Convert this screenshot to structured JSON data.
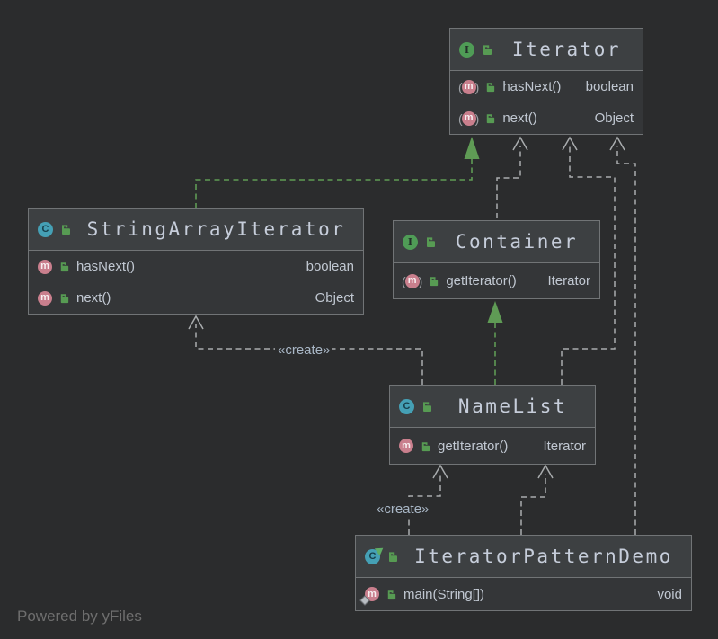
{
  "watermark": "Powered by yFiles",
  "icons": {
    "interface_letter": "I",
    "class_letter": "C",
    "method_letter": "m",
    "paren_open": "(",
    "paren_close": ")"
  },
  "colors": {
    "canvas": "#2b2c2d",
    "node_header": "#3d4042",
    "node_body": "#343638",
    "node_border": "#717476",
    "title_text": "#c6cdda",
    "member_text": "#c1c8d2",
    "edge_gray": "#a9acae",
    "edge_green": "#5f9b55",
    "edge_label_text": "#a9b7c6",
    "interface_icon_green": "#4f9c56",
    "class_icon_teal": "#45a0b5",
    "method_icon_pink": "#c97f8d",
    "lock_icon_green": "#579b53"
  },
  "classes": [
    {
      "name": "Iterator",
      "kind": "interface",
      "members": [
        {
          "name": "hasNext()",
          "type": "boolean",
          "kind": "abstract-method"
        },
        {
          "name": "next()",
          "type": "Object",
          "kind": "abstract-method"
        }
      ]
    },
    {
      "name": "StringArrayIterator",
      "kind": "class",
      "members": [
        {
          "name": "hasNext()",
          "type": "boolean",
          "kind": "method"
        },
        {
          "name": "next()",
          "type": "Object",
          "kind": "method"
        }
      ]
    },
    {
      "name": "Container",
      "kind": "interface",
      "members": [
        {
          "name": "getIterator()",
          "type": "Iterator",
          "kind": "abstract-method"
        }
      ]
    },
    {
      "name": "NameList",
      "kind": "class",
      "members": [
        {
          "name": "getIterator()",
          "type": "Iterator",
          "kind": "method"
        }
      ]
    },
    {
      "name": "IteratorPatternDemo",
      "kind": "runnable-class",
      "members": [
        {
          "name": "main(String[])",
          "type": "void",
          "kind": "static-method"
        }
      ]
    }
  ],
  "edges": [
    {
      "from": "StringArrayIterator",
      "to": "Iterator",
      "type": "realization",
      "label": ""
    },
    {
      "from": "NameList",
      "to": "Container",
      "type": "realization",
      "label": ""
    },
    {
      "from": "Container",
      "to": "Iterator",
      "type": "dependency",
      "label": ""
    },
    {
      "from": "NameList",
      "to": "Iterator",
      "type": "dependency",
      "label": ""
    },
    {
      "from": "NameList",
      "to": "StringArrayIterator",
      "type": "dependency",
      "label": "«create»"
    },
    {
      "from": "IteratorPatternDemo",
      "to": "NameList",
      "type": "dependency",
      "label": "«create»"
    },
    {
      "from": "IteratorPatternDemo",
      "to": "NameList",
      "type": "dependency",
      "label": ""
    },
    {
      "from": "IteratorPatternDemo",
      "to": "Iterator",
      "type": "dependency",
      "label": ""
    }
  ]
}
